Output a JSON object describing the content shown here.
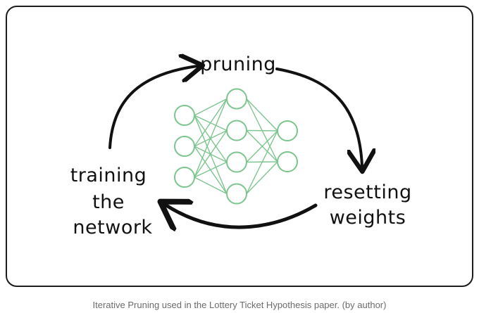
{
  "labels": {
    "pruning": "pruning",
    "resetting_line1": "resetting",
    "resetting_line2": "weights",
    "training_line1": "training",
    "training_line2": "the",
    "training_line3": "network"
  },
  "caption": "Iterative Pruning used in the Lottery Ticket Hypothesis paper. (by author)",
  "colors": {
    "stroke": "#111111",
    "network": "#7dc58f",
    "caption": "#6b6b6b"
  },
  "network": {
    "layers": [
      3,
      4,
      2
    ]
  }
}
